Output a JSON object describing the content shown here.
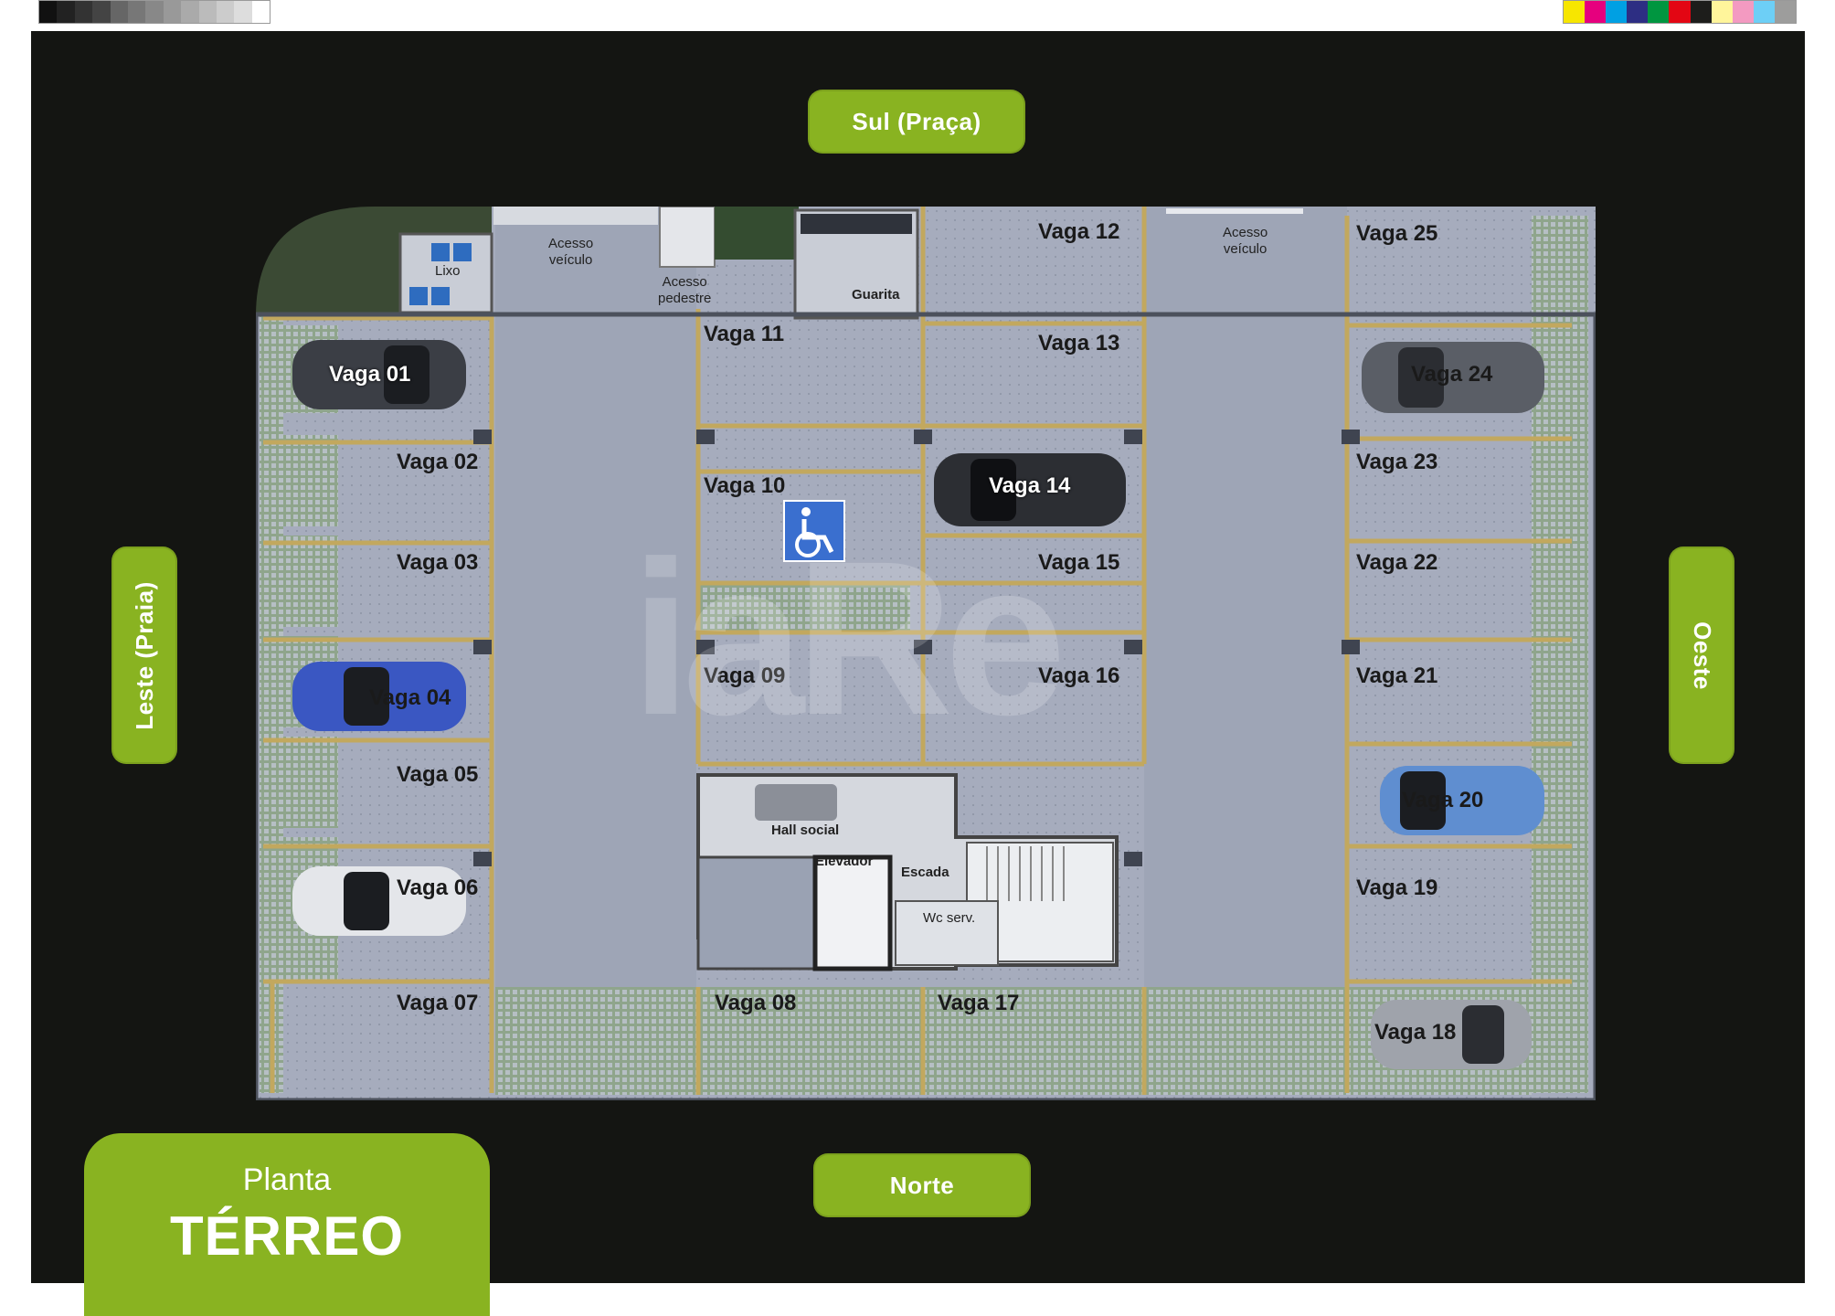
{
  "colors": {
    "board": "#141512",
    "accent": "#89b321",
    "floor": "#a6acbd",
    "lane": "#9ea5b6",
    "stripe": "#c2a85e",
    "grass": "#7b9a6b"
  },
  "compass": {
    "south": "Sul (Praça)",
    "north": "Norte",
    "east": "Leste (Praia)",
    "west": "Oeste"
  },
  "title": {
    "line1": "Planta",
    "line2": "TÉRREO"
  },
  "watermark": "iaRe",
  "rooms": {
    "lixo": "Lixo",
    "acesso_veiculo_left": [
      "Acesso",
      "veículo"
    ],
    "acesso_pedestre": [
      "Acesso",
      "pedestre"
    ],
    "guarita": "Guarita",
    "acesso_veiculo_right": [
      "Acesso",
      "veículo"
    ],
    "hall_social": "Hall social",
    "elevador": "Elevador",
    "escada": "Escada",
    "wc": "Wc serv."
  },
  "vagas": {
    "v01": "Vaga 01",
    "v02": "Vaga 02",
    "v03": "Vaga 03",
    "v04": "Vaga 04",
    "v05": "Vaga 05",
    "v06": "Vaga 06",
    "v07": "Vaga 07",
    "v08": "Vaga 08",
    "v09": "Vaga 09",
    "v10": "Vaga 10",
    "v11": "Vaga 11",
    "v12": "Vaga 12",
    "v13": "Vaga 13",
    "v14": "Vaga 14",
    "v15": "Vaga 15",
    "v16": "Vaga 16",
    "v17": "Vaga 17",
    "v18": "Vaga 18",
    "v19": "Vaga 19",
    "v20": "Vaga 20",
    "v21": "Vaga 21",
    "v22": "Vaga 22",
    "v23": "Vaga 23",
    "v24": "Vaga 24",
    "v25": "Vaga 25"
  },
  "icons": {
    "accessibility": "wheelchair-icon"
  }
}
